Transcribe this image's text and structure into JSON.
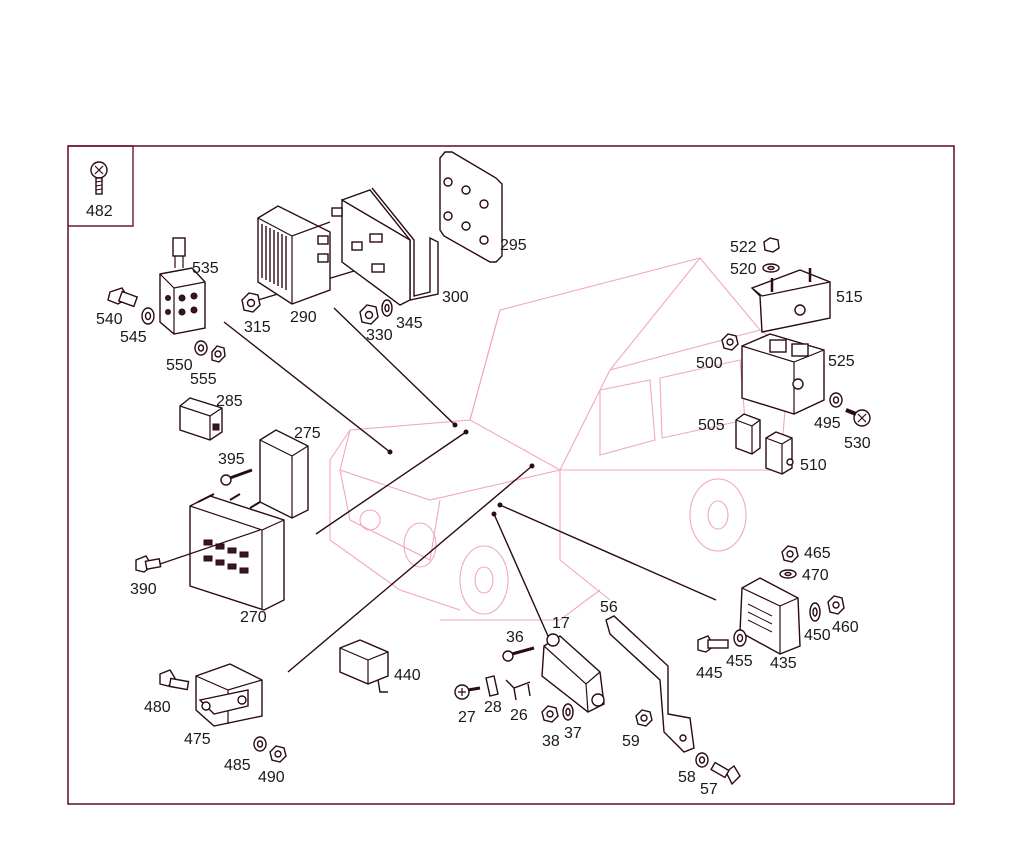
{
  "colors": {
    "frame": "#6a1a2e",
    "vehicle_outline": "#f2a8b8",
    "parts": "#2a0a14"
  },
  "inset": {
    "label": "482",
    "icon": "screw-icon"
  },
  "labels": {
    "p535": "535",
    "p540": "540",
    "p545": "545",
    "p550": "550",
    "p555": "555",
    "p315": "315",
    "p290": "290",
    "p330": "330",
    "p345": "345",
    "p300": "300",
    "p295": "295",
    "p285": "285",
    "p275": "275",
    "p395": "395",
    "p390": "390",
    "p270": "270",
    "p522": "522",
    "p520": "520",
    "p515": "515",
    "p500": "500",
    "p525": "525",
    "p495": "495",
    "p530": "530",
    "p505": "505",
    "p510": "510",
    "p465": "465",
    "p470": "470",
    "p450": "450",
    "p460": "460",
    "p445": "445",
    "p455": "455",
    "p435": "435",
    "p56": "56",
    "p17": "17",
    "p36": "36",
    "p27": "27",
    "p28": "28",
    "p26": "26",
    "p38": "38",
    "p37": "37",
    "p59": "59",
    "p58": "58",
    "p57": "57",
    "p440": "440",
    "p480": "480",
    "p475": "475",
    "p485": "485",
    "p490": "490"
  }
}
